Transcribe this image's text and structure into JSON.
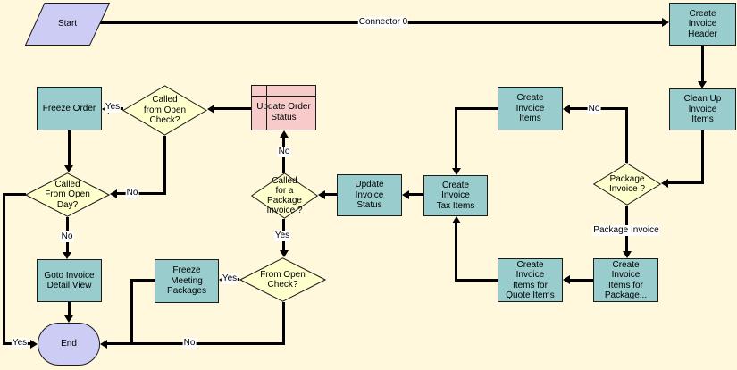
{
  "palette": {
    "bg": "#fff8dc",
    "step": "#99cccc",
    "decision": "#ffffcc",
    "terminal": "#ccccf5",
    "operation": "#f8cbcb",
    "line": "#000000"
  },
  "nodes": {
    "start": "Start",
    "end": "End",
    "create_invoice_header": "Create\nInvoice\nHeader",
    "clean_up_invoice_items": "Clean Up\nInvoice\nItems",
    "package_invoice_q": "Package\nInvoice ?",
    "create_invoice_items": "Create\nInvoice\nItems",
    "create_invoice_items_package": "Create\nInvoice\nItems for\nPackage...",
    "create_invoice_items_quote": "Create\nInvoice\nItems for\nQuote Items",
    "create_invoice_tax_items": "Create\nInvoice\nTax Items",
    "update_invoice_status": "Update\nInvoice\nStatus",
    "called_for_package_q": "Called\nfor a\nPackage\nInvoice ?",
    "update_order_status": "Update Order\nStatus",
    "called_from_open_check_q": "Called\nfrom Open\nCheck?",
    "freeze_order": "Freeze Order",
    "called_from_open_day_q": "Called\nFrom Open\nDay?",
    "goto_invoice_detail_view": "Goto Invoice\nDetail View",
    "freeze_meeting_packages": "Freeze\nMeeting\nPackages",
    "from_open_check_q": "From Open\nCheck?"
  },
  "edge_labels": {
    "connector0": "Connector 0",
    "package_no": "No",
    "package_invoice": "Package Invoice",
    "cfp_no": "No",
    "cfp_yes": "Yes",
    "cfoc_yes": "Yes",
    "cfoc_no": "No",
    "cfod_yes": "Yes",
    "cfod_no": "No",
    "foc_yes": "Yes",
    "foc_no": "No"
  }
}
